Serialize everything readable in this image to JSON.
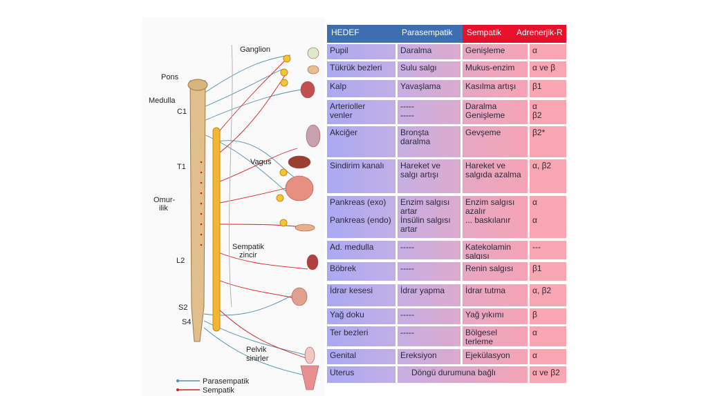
{
  "diagram": {
    "labels": {
      "ganglion": "Ganglion",
      "pons": "Pons",
      "medulla": "Medulla",
      "c1": "C1",
      "t1": "T1",
      "vagus": "Vagus",
      "omur1": "Omur-",
      "omur2": "ilik",
      "zincir1": "Sempatik",
      "zincir2": "zincir",
      "l2": "L2",
      "s2": "S2",
      "s4": "S4",
      "pelvik1": "Pelvik",
      "pelvik2": "sinirler"
    },
    "legend": [
      {
        "label": "Parasempatik",
        "color": "#4a8fa8"
      },
      {
        "label": "Sempatik",
        "color": "#d42020"
      }
    ]
  },
  "table": {
    "headers": [
      "HEDEF",
      "Parasempatik",
      "Sempatik",
      "Adrenerjik-R"
    ],
    "rows": [
      [
        "Pupil",
        "Daralma",
        "Genişleme",
        "α"
      ],
      [
        "Tükrük bezleri",
        "Sulu salgı",
        "Mukus-enzim",
        "α ve β"
      ],
      [
        "Kalp",
        "Yavaşlama",
        "Kasılma artışı",
        "β1"
      ],
      [
        "Arterioller\nvenler",
        "-----\n-----",
        "Daralma\nGenişleme",
        "α\nβ2"
      ],
      [
        "Akciğer",
        "Bronşta\ndaralma",
        "Gevşeme",
        "β2*"
      ],
      [
        "Sindirim kanalı",
        "Hareket ve\nsalgı artışı",
        "Hareket ve\nsalgıda azalma",
        "α, β2"
      ],
      [
        "Pankreas (exo)\n\nPankreas (endo)",
        "Enzim salgısı\nartar\nİnsülin salgısı\nartar",
        "Enzim salgısı\nazalır\n... baskılanır",
        "α\n\nα"
      ],
      [
        "Ad. medulla",
        "-----",
        "Katekolamin\nsalgısı",
        "---"
      ],
      [
        "Böbrek",
        "-----",
        "Renin salgısı",
        "β1"
      ],
      [
        "İdrar kesesi",
        "İdrar yapma",
        "İdrar tutma",
        "α, β2"
      ],
      [
        "Yağ doku",
        "-----",
        "Yağ yıkımı",
        "β"
      ],
      [
        "Ter bezleri",
        "-----",
        "Bölgesel\nterleme",
        "α"
      ],
      [
        "Genital",
        "Ereksiyon",
        "Ejekülasyon",
        "α"
      ],
      [
        "Uterus",
        "Döngü durumuna bağlı",
        "",
        "α ve β2"
      ]
    ]
  }
}
